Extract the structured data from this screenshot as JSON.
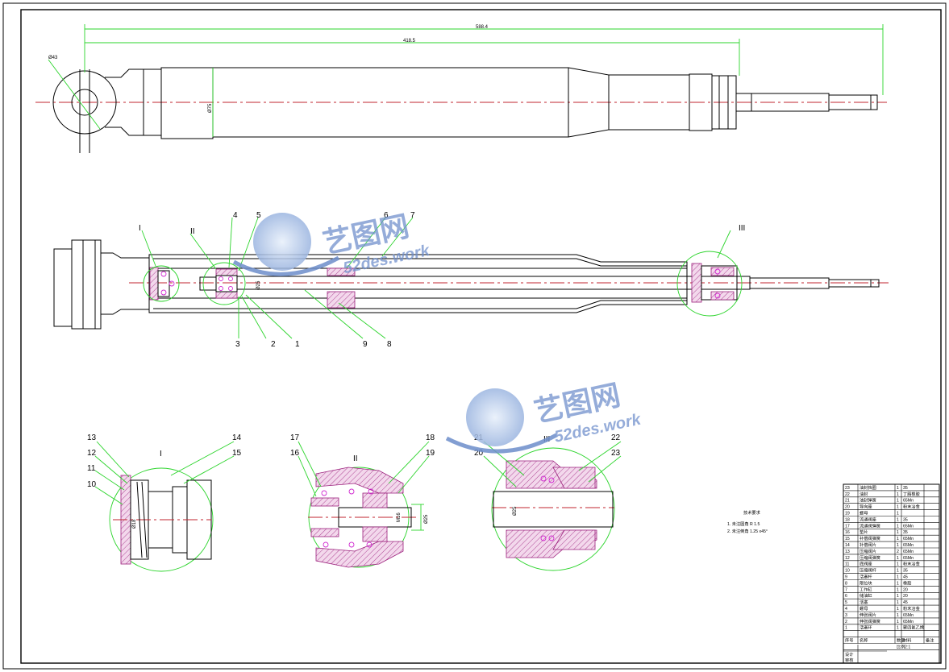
{
  "dimensions": {
    "overall_length": "588.4",
    "body_length": "418.5",
    "eye_dia": "Ø43",
    "tube_dia": "Ø75",
    "rod_dia_main": "Ø25",
    "rod_dia_detail": "Ø25",
    "thread_detail": "M16",
    "rod_dia_III": "Ø25"
  },
  "views": {
    "detail_I": "I",
    "detail_II": "II",
    "detail_III": "III"
  },
  "callouts": {
    "main": [
      "1",
      "2",
      "3",
      "4",
      "5",
      "6",
      "7",
      "8",
      "9"
    ],
    "detail_I": [
      "10",
      "11",
      "12",
      "13",
      "14",
      "15"
    ],
    "detail_II": [
      "16",
      "17",
      "18",
      "19"
    ],
    "detail_III": [
      "20",
      "21",
      "22",
      "23"
    ]
  },
  "notes": {
    "title": "技术要求",
    "line1": "1. 未注圆角 R 1.5",
    "line2": "2. 未注倒角 1.25 x45°"
  },
  "parts_table": {
    "rows": [
      {
        "no": "23",
        "name": "油封挡圈",
        "qty": "1",
        "mat": "35"
      },
      {
        "no": "22",
        "name": "油封",
        "qty": "1",
        "mat": "丁腈橡胶"
      },
      {
        "no": "21",
        "name": "油封弹簧",
        "qty": "1",
        "mat": "65Mn"
      },
      {
        "no": "20",
        "name": "导向座",
        "qty": "1",
        "mat": "粉末冶金"
      },
      {
        "no": "19",
        "name": "螺母",
        "qty": "1",
        "mat": ""
      },
      {
        "no": "18",
        "name": "流通阀座",
        "qty": "1",
        "mat": "35"
      },
      {
        "no": "17",
        "name": "流通阀弹簧",
        "qty": "1",
        "mat": "65Mn"
      },
      {
        "no": "16",
        "name": "垫片",
        "qty": "1",
        "mat": "35"
      },
      {
        "no": "15",
        "name": "补偿阀弹簧",
        "qty": "1",
        "mat": "65Mn"
      },
      {
        "no": "14",
        "name": "补偿阀片",
        "qty": "1",
        "mat": "65Mn"
      },
      {
        "no": "13",
        "name": "压缩阀片",
        "qty": "2",
        "mat": "65Mn"
      },
      {
        "no": "12",
        "name": "压缩阀弹簧",
        "qty": "1",
        "mat": "65Mn"
      },
      {
        "no": "11",
        "name": "底阀座",
        "qty": "1",
        "mat": "粉末冶金"
      },
      {
        "no": "10",
        "name": "压缩阀杆",
        "qty": "1",
        "mat": "35"
      },
      {
        "no": "9",
        "name": "活塞杆",
        "qty": "1",
        "mat": "45"
      },
      {
        "no": "8",
        "name": "限位块",
        "qty": "1",
        "mat": "橡胶"
      },
      {
        "no": "7",
        "name": "工作缸",
        "qty": "1",
        "mat": "20"
      },
      {
        "no": "6",
        "name": "储油缸",
        "qty": "1",
        "mat": "20"
      },
      {
        "no": "5",
        "name": "活塞",
        "qty": "1",
        "mat": "45"
      },
      {
        "no": "4",
        "name": "螺母",
        "qty": "1",
        "mat": "粉末冶金"
      },
      {
        "no": "3",
        "name": "伸张阀片",
        "qty": "1",
        "mat": "65Mn"
      },
      {
        "no": "2",
        "name": "伸张阀弹簧",
        "qty": "1",
        "mat": "65Mn"
      },
      {
        "no": "1",
        "name": "活塞环",
        "qty": "1",
        "mat": "聚四氟乙烯"
      }
    ],
    "header": {
      "no": "序号",
      "name": "名称",
      "qty": "数量",
      "mat": "材料",
      "note": "备注"
    },
    "footer": {
      "scale_label": "比例",
      "scale": "2:1",
      "design": "设计",
      "check": "审核"
    }
  },
  "watermark": {
    "cn": "艺图网",
    "en": "52des.work",
    "color": "#6d8ecb"
  },
  "colors": {
    "dimension": "#2bd42b",
    "centerline": "#c2262f",
    "section_hatch": "#9b1f7c",
    "parts": "#d12cd1"
  }
}
